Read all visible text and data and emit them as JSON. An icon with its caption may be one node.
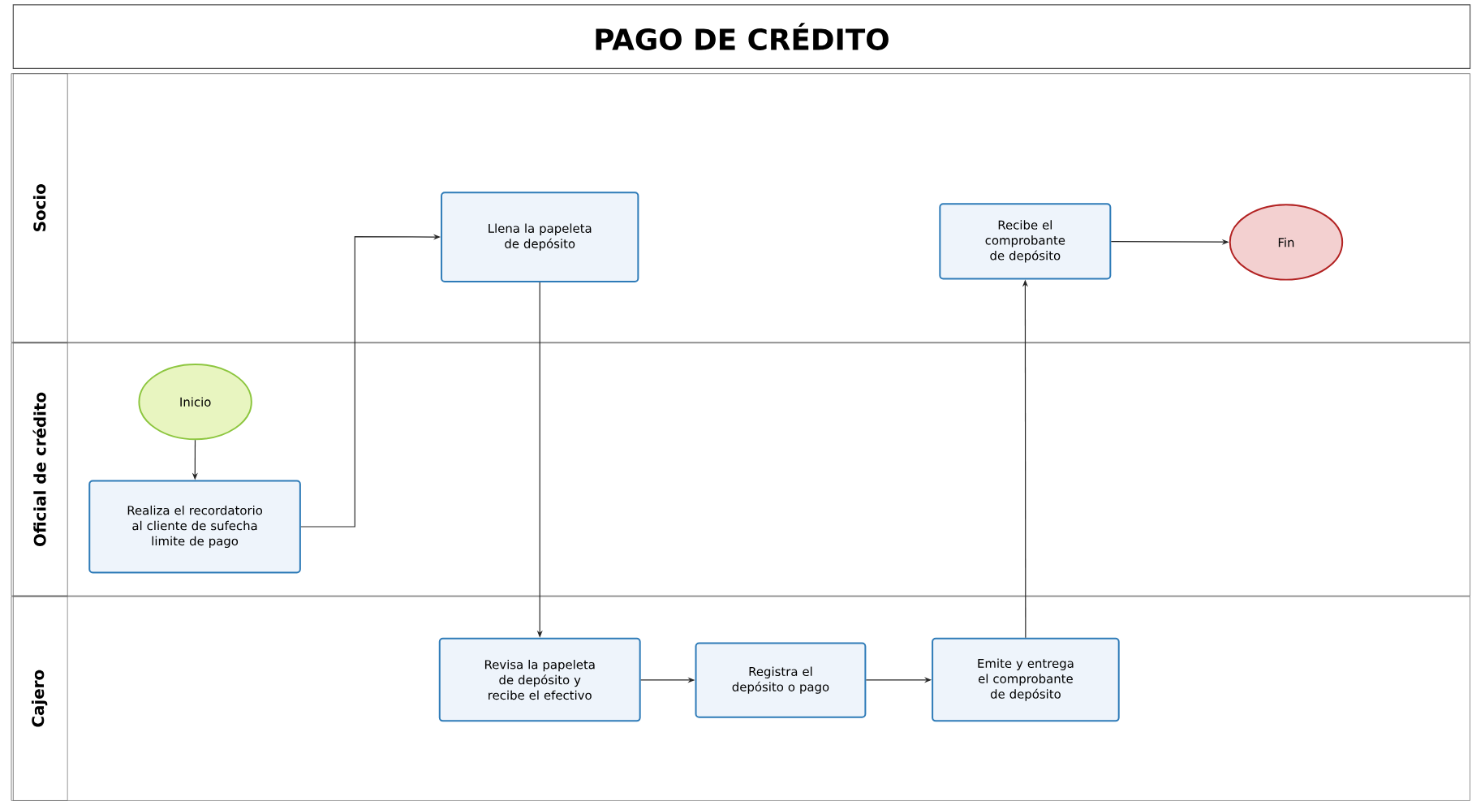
{
  "diagram": {
    "title": "PAGO DE CRÉDITO",
    "nodes": [
      {
        "text": [
          "Socio"
        ]
      },
      {
        "text": [
          "Oficial de crédito"
        ]
      },
      {
        "text": [
          "Cajero"
        ]
      },
      {
        "text": [
          "Inicio"
        ],
        "in": 1
      },
      {
        "text": [
          "Realiza el recordatorio al cliente de sufecha limite de pago"
        ],
        "in": 1
      },
      {
        "text": [
          "Llena la papeleta de depósito"
        ],
        "in": 0
      },
      {
        "text": [
          "Revisa la papeleta de depósito y recibe el efectivo"
        ],
        "in": 2
      },
      {
        "text": [
          "Registra el depósito o pago"
        ],
        "in": 2
      },
      {
        "text": [
          "Emite y entrega el comprobante de depósito"
        ],
        "in": 2
      },
      {
        "text": [
          "Recibe el comprobante de depósito"
        ],
        "in": 0
      },
      {
        "text": [
          "Fin"
        ],
        "in": 0
      }
    ],
    "edges": [
      {
        "from": 3,
        "to": 4,
        "arrow": "to"
      },
      {
        "from": 4,
        "to": 5,
        "arrow": "to"
      },
      {
        "from": 5,
        "to": 6,
        "arrow": "to"
      },
      {
        "from": 6,
        "to": 7,
        "arrow": "to"
      },
      {
        "from": 7,
        "to": 8,
        "arrow": "to"
      },
      {
        "from": 8,
        "to": 9,
        "arrow": "to"
      },
      {
        "from": 9,
        "to": 10,
        "arrow": "to"
      }
    ]
  }
}
